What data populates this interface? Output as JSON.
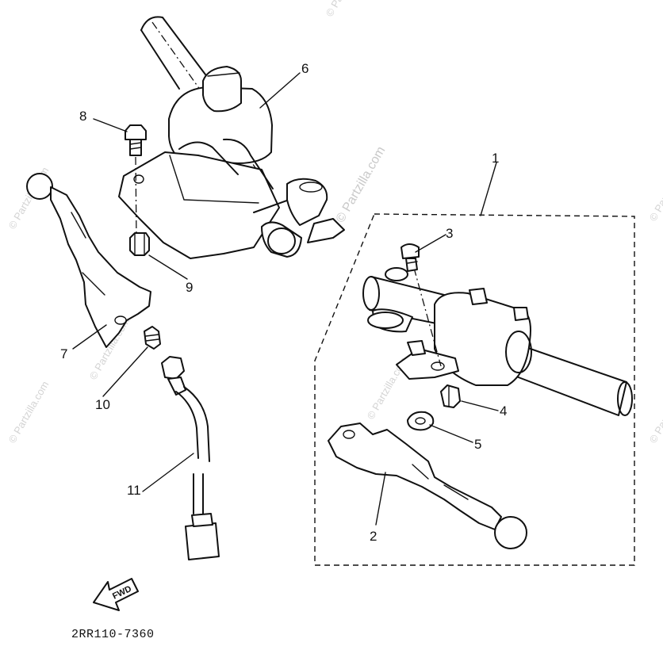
{
  "diagram": {
    "code": "2RR110-7360",
    "fwd_label": "FWD",
    "watermark": "© Partzilla.com",
    "callouts": [
      "1",
      "2",
      "3",
      "4",
      "5",
      "6",
      "7",
      "8",
      "9",
      "10",
      "11"
    ]
  }
}
